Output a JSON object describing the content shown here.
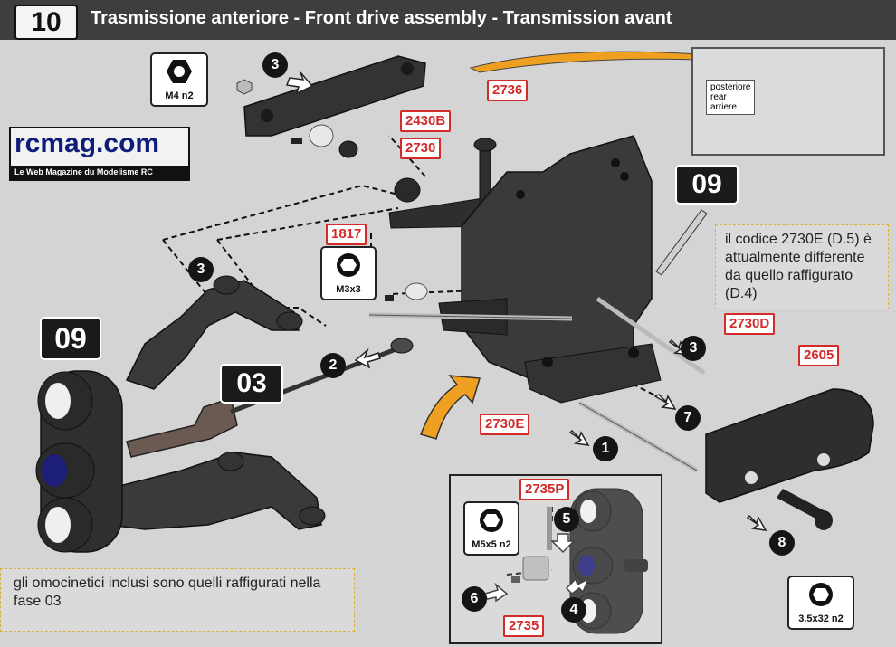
{
  "header": {
    "step_number": "10",
    "title": "Trasmissione anteriore - Front drive assembly - Transmission avant"
  },
  "logo": {
    "name": "rcmag.com",
    "tagline": "Le Web Magazine du Modelisme RC"
  },
  "inset_box": {
    "labels": [
      "posteriore",
      "rear",
      "arriere"
    ]
  },
  "part_codes": {
    "c2736": "2736",
    "c2430b": "2430B",
    "c2730": "2730",
    "c1817": "1817",
    "c2730d": "2730D",
    "c2605": "2605",
    "c2730e": "2730E",
    "c2735p": "2735P",
    "c2735": "2735"
  },
  "step_markers": {
    "s3a": "3",
    "s3b": "3",
    "s3c": "3",
    "s2": "2",
    "s7": "7",
    "s1": "1",
    "s8": "8",
    "s5": "5",
    "s6": "6",
    "s4": "4"
  },
  "section_refs": {
    "r09_right": "09",
    "r09_left": "09",
    "r03": "03"
  },
  "hardware_specs": {
    "m4": "M4 n2",
    "m3x3": "M3x3",
    "m5x5": "M5x5 n2",
    "screw": "3.5x32 n2"
  },
  "notes": {
    "code_note": "il codice 2730E (D.5) è attualmente differente da quello raffigurato (D.4)",
    "cv_note": "gli omocinetici inclusi sono quelli raffigurati nella fase 03"
  },
  "colors": {
    "header_bg": "#3e3e3e",
    "code_red": "#d42a2a",
    "arrow_orange": "#f0a020",
    "note_border": "#d8b23c",
    "part_dark": "#2e2e2e"
  }
}
